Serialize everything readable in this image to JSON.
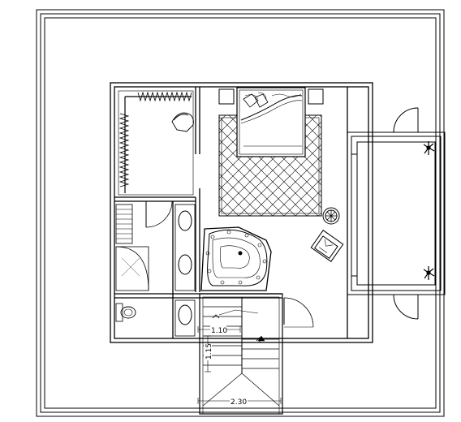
{
  "plan": {
    "dimensions": {
      "width_a": "1.10",
      "height_a": "1.15",
      "width_b": "2.30"
    }
  }
}
